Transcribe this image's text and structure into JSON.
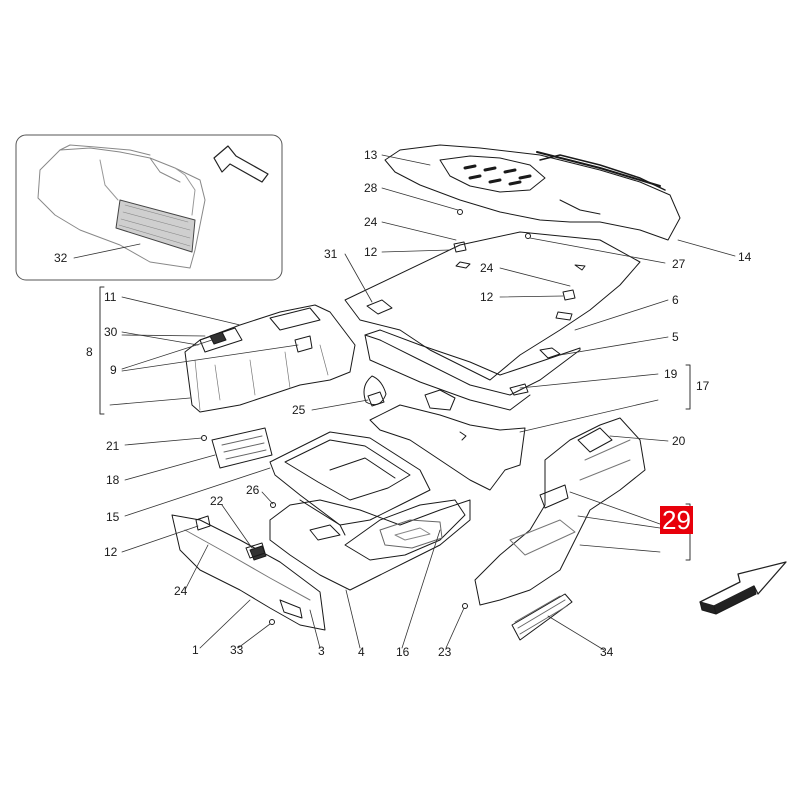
{
  "diagram": {
    "highlight_color": "#e8000b",
    "line_color": "#1a1a1a",
    "callouts": [
      {
        "id": "c13",
        "label": "13"
      },
      {
        "id": "c28",
        "label": "28"
      },
      {
        "id": "c24a",
        "label": "24"
      },
      {
        "id": "c12a",
        "label": "12"
      },
      {
        "id": "c31",
        "label": "31"
      },
      {
        "id": "c24b",
        "label": "24"
      },
      {
        "id": "c12b",
        "label": "12"
      },
      {
        "id": "c14",
        "label": "14"
      },
      {
        "id": "c27",
        "label": "27"
      },
      {
        "id": "c6",
        "label": "6"
      },
      {
        "id": "c5",
        "label": "5"
      },
      {
        "id": "c19",
        "label": "19"
      },
      {
        "id": "c17",
        "label": "17"
      },
      {
        "id": "c20",
        "label": "20"
      },
      {
        "id": "c29",
        "label": "29",
        "highlight": true
      },
      {
        "id": "c32",
        "label": "32"
      },
      {
        "id": "c11",
        "label": "11"
      },
      {
        "id": "c30",
        "label": "30"
      },
      {
        "id": "c8",
        "label": "8"
      },
      {
        "id": "c9",
        "label": "9"
      },
      {
        "id": "c25",
        "label": "25"
      },
      {
        "id": "c21",
        "label": "21"
      },
      {
        "id": "c18",
        "label": "18"
      },
      {
        "id": "c15",
        "label": "15"
      },
      {
        "id": "c26",
        "label": "26"
      },
      {
        "id": "c22",
        "label": "22"
      },
      {
        "id": "c12c",
        "label": "12"
      },
      {
        "id": "c24c",
        "label": "24"
      },
      {
        "id": "c1",
        "label": "1"
      },
      {
        "id": "c33",
        "label": "33"
      },
      {
        "id": "c3",
        "label": "3"
      },
      {
        "id": "c4",
        "label": "4"
      },
      {
        "id": "c16",
        "label": "16"
      },
      {
        "id": "c23",
        "label": "23"
      },
      {
        "id": "c34",
        "label": "34"
      }
    ]
  }
}
